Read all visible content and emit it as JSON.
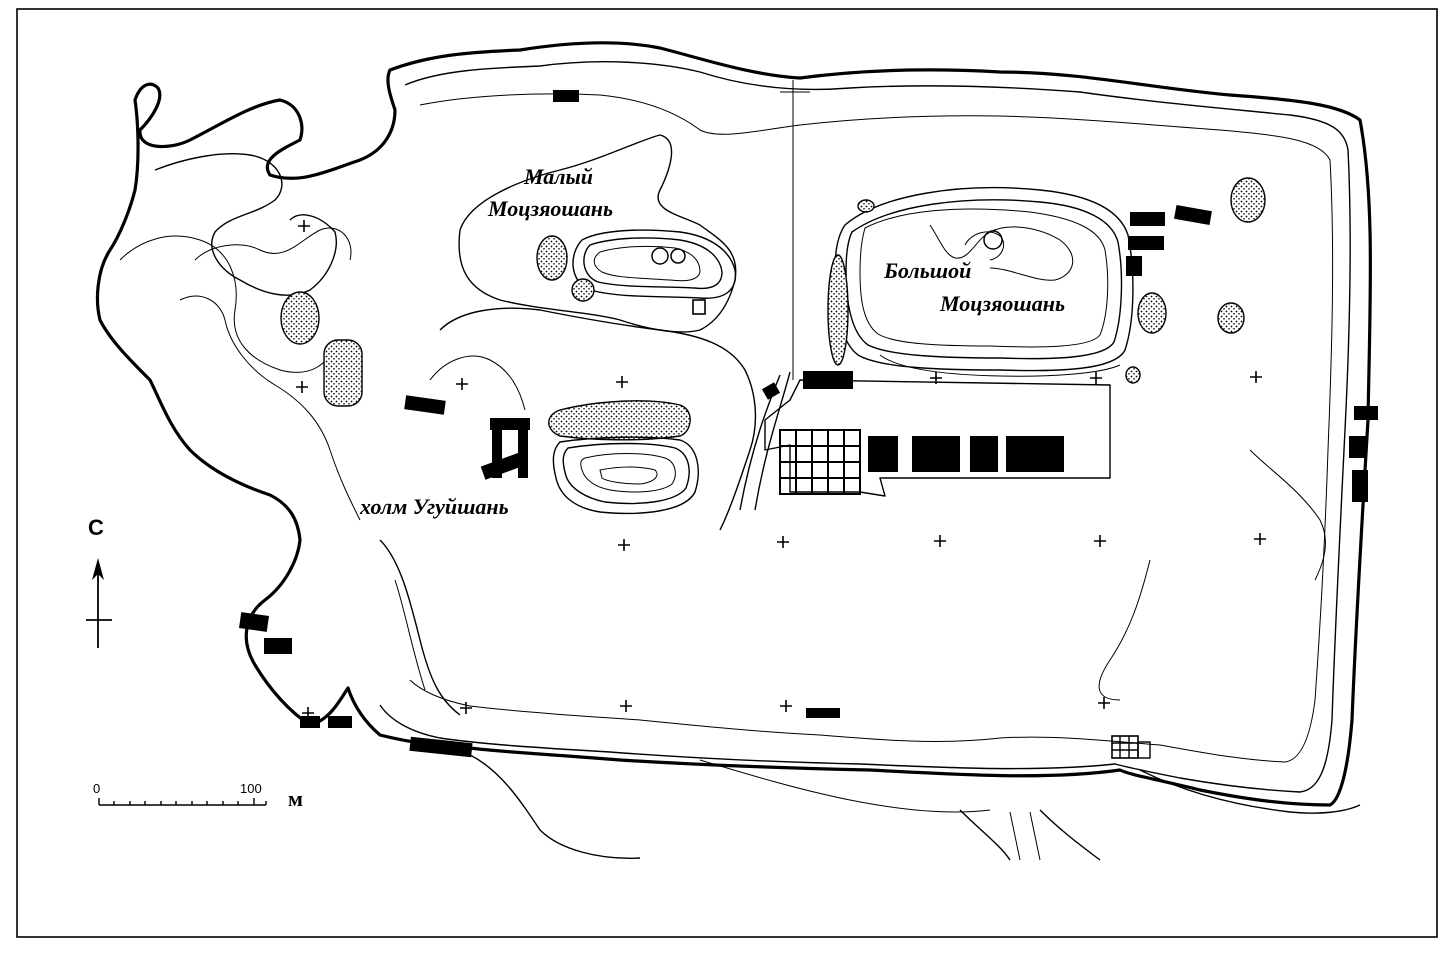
{
  "labels": {
    "small_hill_line1": "Малый",
    "small_hill_line2": "Моцзяошань",
    "big_hill_line1": "Большой",
    "big_hill_line2": "Моцзяошань",
    "wugui_hill": "холм Угуйшань"
  },
  "north_arrow": {
    "label": "С"
  },
  "scale_bar": {
    "start": "0",
    "end": "100",
    "unit": "м"
  },
  "colors": {
    "ink": "#000000",
    "background": "#ffffff"
  }
}
